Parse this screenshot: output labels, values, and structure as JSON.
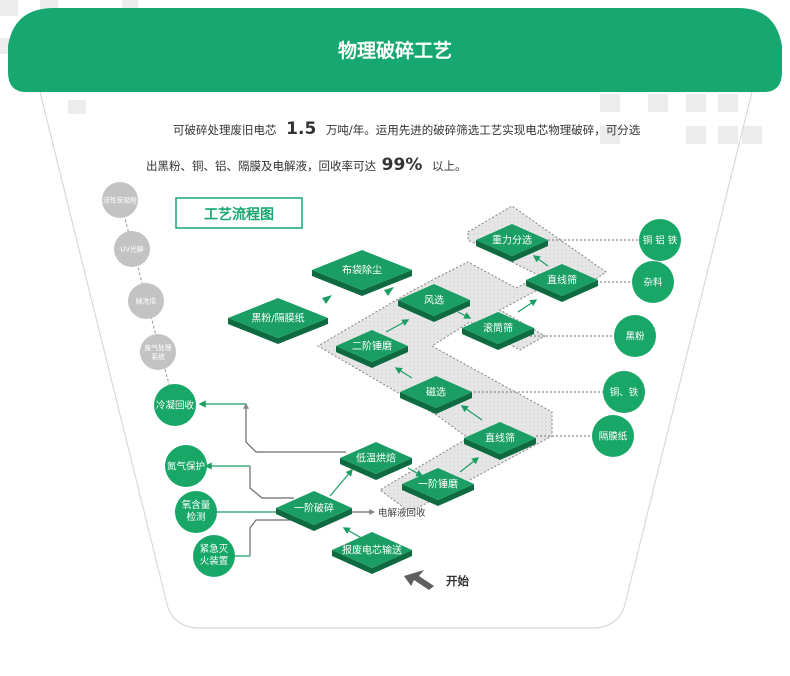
{
  "header": {
    "title": "物理破碎工艺"
  },
  "intro": {
    "line1_before": "可破碎处理废旧电芯",
    "line1_number": "1.5",
    "line1_after": "万吨/年。运用先进的破碎筛选工艺实现电芯物理破碎，可分选",
    "line2_before": "出黑粉、铜、铝、隔膜及电解液，回收率可达",
    "line2_number": "99%",
    "line2_after": "以上。"
  },
  "flow": {
    "title": "工艺流程图",
    "tiles": {
      "baofei": "报废电芯输送",
      "yijie_posui": "一阶破碎",
      "diwen_hongbei": "低温烘焙",
      "yijie_chuimo": "一阶锤磨",
      "zhixianshai_lower": "直线筛",
      "cixuan": "磁选",
      "erjie_chuimo": "二阶锤磨",
      "fengxuan": "风选",
      "guntongshai": "滚筒筛",
      "zhixianshai_upper": "直线筛",
      "zhongli_fenxuan": "重力分选",
      "budai_chuchen": "布袋除尘",
      "heifen_gemozhi": "黑粉/隔膜纸"
    },
    "outputs": {
      "tong_lv_tie": "铜 铝 铁",
      "zaliao": "杂料",
      "heifen": "黑粉",
      "tong_tie": "铜、铁",
      "gemozhi": "隔膜纸"
    },
    "left_circles": {
      "lengning_huishou": "冷凝回收",
      "danqi_baohu": "氮气保护",
      "yanghanliang_jiance": [
        "氧含量",
        "检测"
      ],
      "jinji_miehuo": [
        "紧急灭",
        "火装置"
      ]
    },
    "grey_circles": {
      "huoxingtan": "活性炭吸附",
      "uv": "UV光解",
      "jianxita": "碱洗塔",
      "feiqi": [
        "废气处理",
        "系统"
      ]
    },
    "electrolyte_label": "电解液回收",
    "start_label": "开始"
  },
  "colors": {
    "brand_green": "#16a870",
    "tile_top": "#1a9e63",
    "tile_side": "#0e6b41",
    "circle_green": "#19a768",
    "grey_circle": "#c3c3c3",
    "arrow": "#6c6c6c"
  }
}
